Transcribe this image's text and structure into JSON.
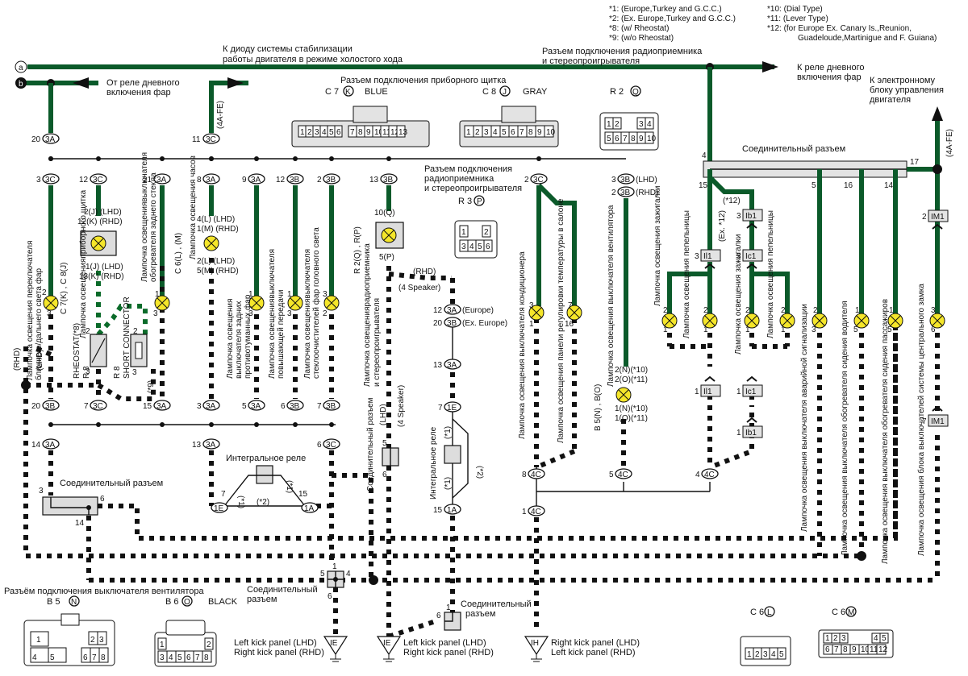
{
  "notes": {
    "left": [
      "*1:  (Europe,Turkey and G.C.C.)",
      "*2:  (Ex.  Europe,Turkey and G.C.C.)",
      "*8:  (w/  Rheostat)",
      "*9:  (w/o  Rheostat)"
    ],
    "right": [
      "*10:  (Dial Type)",
      "*11:  (Lever Type)",
      "*12:  (for Europe Ex. Canary Is.,Reunion,",
      "Guadeloude,Martinigue and F. Guiana)"
    ]
  },
  "terminals": {
    "a": "a",
    "b": "b"
  },
  "top_labels": {
    "diode_1": "К диоду системы стабилизации",
    "diode_2": "работы двигателя в режиме холостого хода",
    "radio_top_1": "Разъем подключения радиоприемника",
    "radio_top_2": "и стереопроигрывателя",
    "to_drl_1": "К реле дневного",
    "to_drl_2": "включения фар",
    "from_drl_1": "От реле дневного",
    "from_drl_2": "включения фар",
    "ecu_1": "К электронному",
    "ecu_2": "блоку управления",
    "ecu_3": "двигателя",
    "fe_left": "(4A-FE)",
    "fe_right": "(4A-FE)"
  },
  "connectors_top": {
    "panel_title": "Разъем подключения приборного щитка",
    "c7": {
      "code": "C 7",
      "letter": "K",
      "color": "BLUE",
      "pins_a": [
        "1",
        "2",
        "3",
        "4",
        "5",
        "6"
      ],
      "pins_b": [
        "7",
        "8",
        "9",
        "10",
        "11",
        "12",
        "13"
      ]
    },
    "c8": {
      "code": "C 8",
      "letter": "J",
      "color": "GRAY",
      "pins": [
        "1",
        "2",
        "3",
        "4",
        "5",
        "6",
        "7",
        "8",
        "9",
        "10"
      ]
    },
    "r2": {
      "code": "R 2",
      "letter": "Q",
      "pins_top": [
        "1",
        "2",
        "3",
        "4"
      ],
      "pins_bottom": [
        "5",
        "6",
        "7",
        "8",
        "9",
        "10"
      ]
    },
    "r3": {
      "title_1": "Разъем подключения",
      "title_2": "радиоприемника",
      "title_3": "и стереопроигрывателя",
      "code": "R 3",
      "letter": "P",
      "pins_top": [
        "1",
        "2"
      ],
      "pins_bottom": [
        "3",
        "4",
        "5",
        "6"
      ]
    }
  },
  "junction_top": {
    "label": "Соединительный разъем",
    "pins": [
      "4",
      "17",
      "15",
      "5",
      "16",
      "14"
    ]
  },
  "upper_junctions": [
    {
      "pin": "20",
      "code": "3A"
    },
    {
      "pin": "11",
      "code": "3C"
    },
    {
      "pin": "3",
      "code": "3C"
    },
    {
      "pin": "12",
      "code": "3C"
    },
    {
      "pin": "21",
      "code": "3A"
    },
    {
      "pin": "8",
      "code": "3A"
    },
    {
      "pin": "9",
      "code": "3A"
    },
    {
      "pin": "12",
      "code": "3B"
    },
    {
      "pin": "2",
      "code": "3B"
    },
    {
      "pin": "13",
      "code": "3B"
    },
    {
      "pin": "2",
      "code": "3C"
    },
    {
      "pin": "3",
      "code": "3B",
      "note": "(LHD)"
    },
    {
      "pin": "2",
      "code": "3B",
      "note": "(RHD)"
    }
  ],
  "lower_junctions": [
    {
      "pin": "20",
      "code": "3B"
    },
    {
      "pin": "7",
      "code": "3C"
    },
    {
      "pin": "15",
      "code": "3A"
    },
    {
      "pin": "3",
      "code": "3A"
    },
    {
      "pin": "5",
      "code": "3A"
    },
    {
      "pin": "6",
      "code": "3B"
    },
    {
      "pin": "7",
      "code": "3B"
    },
    {
      "pin": "14",
      "code": "3A"
    },
    {
      "pin": "13",
      "code": "3A"
    },
    {
      "pin": "6",
      "code": "3C"
    }
  ],
  "lamps": [
    {
      "label_1": "Лампочка освещения переключателя",
      "label_2": "ближнего/дальнего света фар",
      "pin_in": "2",
      "pin_out": "3"
    },
    {
      "label_1": "Лампочка освещенияприборного щитка",
      "ref": "C 7(K) , C 8(J)",
      "pin_in_a": "2(J) (LHD)",
      "pin_in_b": "12(K) (RHD)",
      "pin_out_a": "1(J) (LHD)",
      "pin_out_b": "13(K) (RHD)"
    },
    {
      "label_1": "Лампочка освещениявыключателя",
      "label_2": "обогревателя заднего стекла",
      "pin_in": "1",
      "pin_out": "3"
    },
    {
      "label_1": "Лампочка освещения часов",
      "ref": "C 6(L) , (M)",
      "pin_in_a": "4(L) (LHD)",
      "pin_in_b": "1(M) (RHD)",
      "pin_out_a": "2(L) (LHD)",
      "pin_out_b": "5(M) (RHD)"
    },
    {
      "label_1": "Лампочка освещения",
      "label_2": "выключателя задних",
      "label_3": "противотуманных фар",
      "pin_in": "1",
      "pin_out": "3"
    },
    {
      "label_1": "Лампочка освещениявыключателя",
      "label_2": "повышающей передачи",
      "pin_in": "1",
      "pin_out": "3"
    },
    {
      "label_1": "Лампочка освещениявыключателя",
      "label_2": "стеклоочистителей фар головного света",
      "pin_in": "3",
      "pin_out": "2"
    },
    {
      "label_1": "Лампочка освещениярадиоприемника",
      "label_2": "и стереопроигрывателя",
      "ref": "R 2(Q) , R(P)",
      "pin_in": "10(Q)",
      "pin_out": "5(P)"
    },
    {
      "label_1": "Лампочка освещения выключателя кондиционера",
      "pin_in": "3",
      "pin_out": "1"
    },
    {
      "label_1": "Лампочка освещения панели регулировки температуры в салоне",
      "pin_in": "7",
      "pin_out": "16"
    },
    {
      "label_1": "Лампочка освещения выключателя вентилятора",
      "ref": "B 5(N) , B(O)",
      "pin_in_a": "2(N)(*10)",
      "pin_in_b": "2(O)(*11)",
      "pin_out_a": "1(N)(*10)",
      "pin_out_b": "1(O)(*11)"
    },
    {
      "label_1": "Лампочка освещения зажигалки",
      "pin_in": "2",
      "pin_out": "1"
    },
    {
      "label_1": "Лампочка освещения пепельницы",
      "pin_in": "2",
      "pin_out": "1"
    },
    {
      "label_1": "Лампочка освещения зажигалки",
      "pin_in": "2",
      "pin_out": "1"
    },
    {
      "label_1": "Лампочка освещения пепельницы",
      "pin_in": "2",
      "pin_out": "1"
    },
    {
      "label_1": "Лампочка освещения  выключателя аварийной сигнализации",
      "pin_in": "2",
      "pin_out": "3"
    },
    {
      "label_1": "Лампочка освещения  выключателя обогревателя сидения водителя",
      "pin_in": "1",
      "pin_out": "5"
    },
    {
      "label_1": "Лампочка освещения  выключателя обогревателя сидения пассажиров",
      "pin_in": "1",
      "pin_out": "5"
    },
    {
      "label_1": "Лампочка освещения блока выключателей системы центрального замка",
      "pin_in": "3",
      "pin_out": "6"
    }
  ],
  "rheostat": {
    "code": "R 8",
    "label": "RHEOSTAT(*8)",
    "pin_top": "2",
    "pin_bottom": "3"
  },
  "short_connector": {
    "code": "R 8",
    "label": "SHORT CONNECTOR",
    "note": "(*9)",
    "pin_top": "2",
    "pin_bottom": "3"
  },
  "side_labels": {
    "rhd": "(RHD)",
    "lhd": "(LHD)",
    "rhd_4spk": "(RHD)",
    "four_speaker": "(4 Speaker)",
    "lhd_4spk": "(LHD)",
    "four_speaker_v": "(4 Speaker)",
    "ex12": "(Ex. *12)",
    "n12": "(*12)"
  },
  "inline_connectors": [
    {
      "pin": "3",
      "code": "Ib1"
    },
    {
      "pin": "3",
      "code": "Il1"
    },
    {
      "pin": "3",
      "code": "Ic1"
    },
    {
      "pin": "1",
      "code": "Il1"
    },
    {
      "pin": "1",
      "code": "Ic1"
    },
    {
      "pin": "1",
      "code": "Ib1"
    },
    {
      "pin": "2",
      "code": "IM1"
    },
    {
      "pin": "7",
      "code": "IM1"
    }
  ],
  "mid_junctions": [
    {
      "pin": "12",
      "code": "3A",
      "note": "(Europe)"
    },
    {
      "pin": "20",
      "code": "3B",
      "note": "(Ex. Europe)"
    },
    {
      "pin": "13",
      "code": "3A"
    },
    {
      "pin": "7",
      "code": "1E"
    },
    {
      "pin": "15",
      "code": "1A"
    },
    {
      "pin": "8",
      "code": "4C"
    },
    {
      "pin": "1",
      "code": "4C"
    },
    {
      "pin": "5",
      "code": "4C"
    },
    {
      "pin": "4",
      "code": "4C"
    }
  ],
  "integral_relay": {
    "label": "Интегральное реле",
    "n1": "(*1)",
    "n2": "(*2)",
    "pin_left": "7",
    "code_left": "1E",
    "pin_right": "15",
    "code_right": "1A"
  },
  "joint_connectors": {
    "left": {
      "label": "Соединительный разъем",
      "pins": [
        "3",
        "6",
        "14"
      ]
    },
    "vertical": {
      "label": "Соединительный разъем",
      "pins": [
        "5",
        "6"
      ]
    },
    "center": {
      "label_1": "Соединительный",
      "label_2": "разъем",
      "pins": [
        "1",
        "5",
        "4",
        "6"
      ]
    },
    "lower": {
      "label_1": "Соединительный",
      "label_2": "разъем",
      "pins": [
        "1",
        "6"
      ]
    }
  },
  "grounds": [
    {
      "code": "IE",
      "line1": "Left  kick panel (LHD)",
      "line2": "Right kick panel (RHD)"
    },
    {
      "code": "IE",
      "line1": "Left  kick panel (LHD)",
      "line2": "Right kick panel (RHD)"
    },
    {
      "code": "IH",
      "line1": "Right kick panel (LHD)",
      "line2": "Left  kick panel (RHD)"
    }
  ],
  "connectors_bottom": {
    "fan_title": "Разъём подключения выключателя вентилятора",
    "b5": {
      "code": "B 5",
      "letter": "N",
      "pins": [
        "1",
        "2",
        "3",
        "4",
        "5",
        "6",
        "7",
        "8"
      ]
    },
    "b6": {
      "code": "B 6",
      "letter": "O",
      "color": "BLACK",
      "pins_top": [
        "1",
        "2"
      ],
      "pins_bottom": [
        "3",
        "4",
        "5",
        "6",
        "7",
        "8"
      ]
    },
    "c6l": {
      "code": "C 6",
      "letter": "L",
      "pins": [
        "1",
        "2",
        "3",
        "4",
        "5"
      ]
    },
    "c6m": {
      "code": "C 6",
      "letter": "M",
      "pins_top": [
        "1",
        "2",
        "3",
        "4",
        "5"
      ],
      "pins_bottom": [
        "6",
        "7",
        "8",
        "9",
        "10",
        "11",
        "12"
      ]
    }
  },
  "colors": {
    "wire_green": "#0b5a2a",
    "bulb_yellow": "#f5e62a",
    "box_gray": "#dddddd"
  }
}
